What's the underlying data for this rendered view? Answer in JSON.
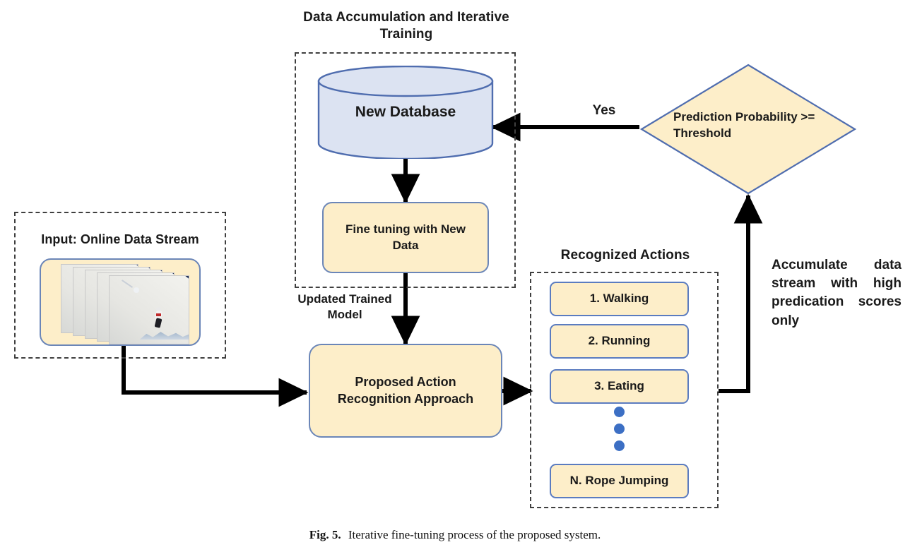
{
  "figure": {
    "caption_number": "Fig. 5.",
    "caption_text": "Iterative fine-tuning process of the proposed system."
  },
  "groups": {
    "training": {
      "title_line1": "Data Accumulation and Iterative",
      "title_line2": "Training"
    },
    "recognized": {
      "title": "Recognized Actions"
    }
  },
  "nodes": {
    "input_group_label": "Input: Online Data Stream",
    "database": "New Database",
    "fine_tuning_line1": "Fine tuning with New",
    "fine_tuning_line2": "Data",
    "approach_line1": "Proposed Action",
    "approach_line2": "Recognition  Approach",
    "decision_line1": "Prediction  Probability  >=",
    "decision_line2": "Threshold"
  },
  "actions": [
    {
      "label": "1. Walking"
    },
    {
      "label": "2. Running"
    },
    {
      "label": "3. Eating"
    },
    {
      "label": "N. Rope  Jumping"
    }
  ],
  "ellipsis_dots": 3,
  "edges": {
    "yes_label": "Yes",
    "updated_model_line1": "Updated Trained",
    "updated_model_line2": "Model",
    "accumulate_note": "Accumulate data stream with high predication scores only"
  },
  "colors": {
    "box_fill": "#fdeec9",
    "box_border": "#6b86b8",
    "cylinder_fill": "#dce3f2",
    "cylinder_border": "#4f6daf",
    "arrow": "#000000",
    "dashed_border": "#3f3f3f",
    "dot": "#3c6fc4",
    "text": "#1a1a1a"
  }
}
